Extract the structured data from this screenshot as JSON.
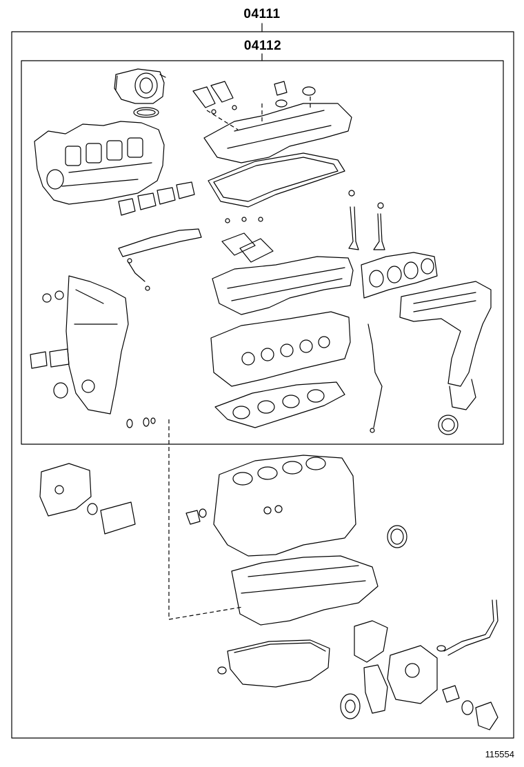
{
  "kit_outer": {
    "code": "04111"
  },
  "kit_inner": {
    "code": "04112"
  },
  "figure_number": "115554"
}
